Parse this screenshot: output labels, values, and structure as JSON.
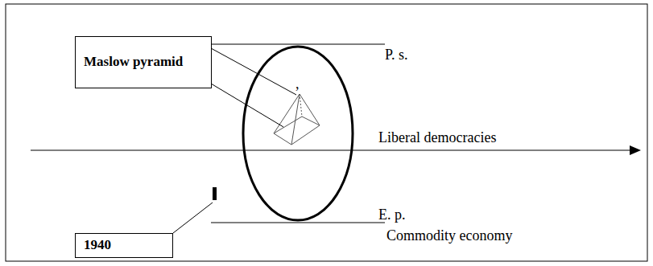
{
  "diagram": {
    "nodes": [
      {
        "text": [
          "Maslow pyramid"
        ]
      },
      {
        "text": [
          "1940"
        ]
      }
    ],
    "labels": [
      ",",
      "P. s.",
      "Liberal democracies",
      "E. p.",
      "Commodity economy"
    ]
  }
}
